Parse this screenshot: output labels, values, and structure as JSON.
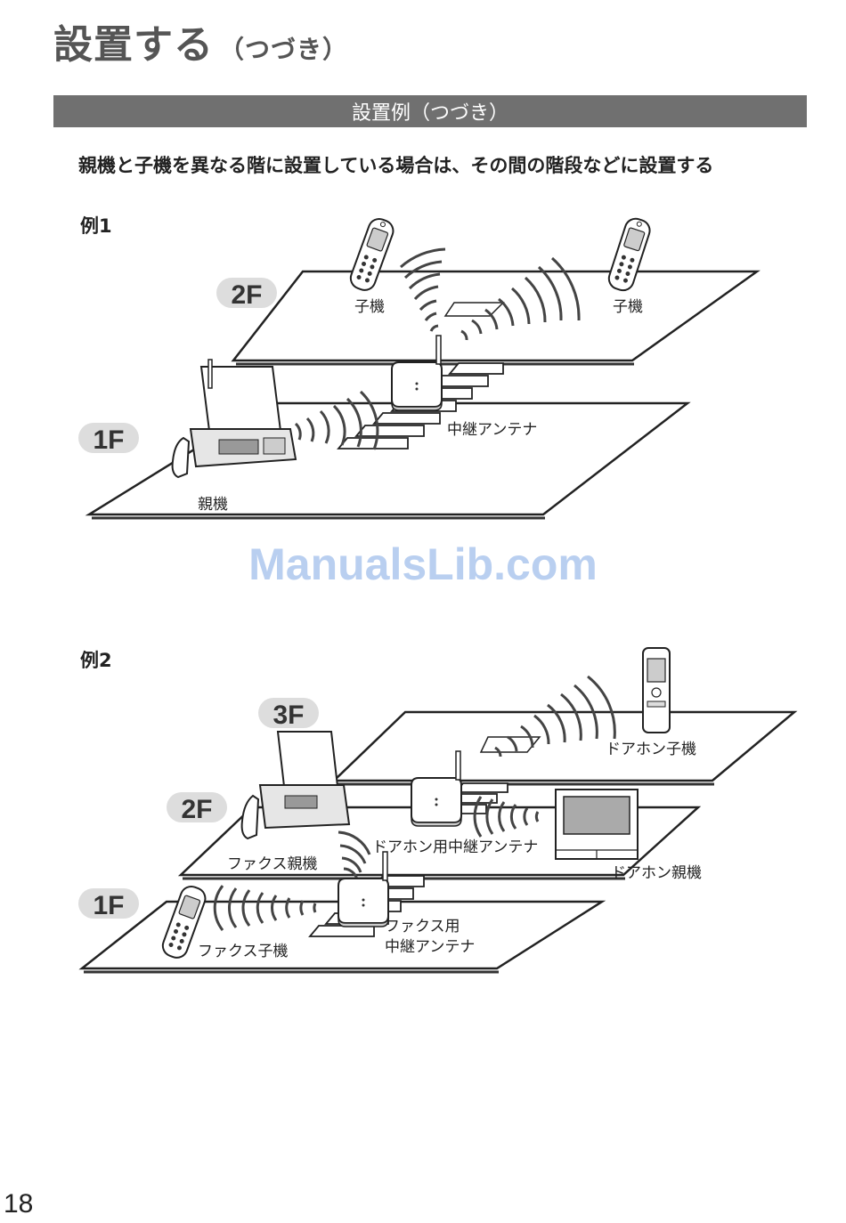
{
  "header": {
    "title": "設置する",
    "title_suffix": "（つづき）"
  },
  "section": {
    "title": "設置例（つづき）",
    "lead": "親機と子機を異なる階に設置している場合は、その間の階段などに設置する"
  },
  "example1": {
    "label": "例1",
    "floors": [
      "2F",
      "1F"
    ],
    "labels": {
      "handset_left": "子機",
      "handset_right": "子機",
      "repeater": "中継アンテナ",
      "base": "親機"
    }
  },
  "example2": {
    "label": "例2",
    "floors": [
      "3F",
      "2F",
      "1F"
    ],
    "labels": {
      "door_handset": "ドアホン子機",
      "door_repeater": "ドアホン用中継アンテナ",
      "door_base": "ドアホン親機",
      "fax_base": "ファクス親機",
      "fax_repeater_line1": "ファクス用",
      "fax_repeater_line2": "中継アンテナ",
      "fax_handset": "ファクス子機"
    }
  },
  "watermark": "ManualsLib.com",
  "page_number": "18"
}
